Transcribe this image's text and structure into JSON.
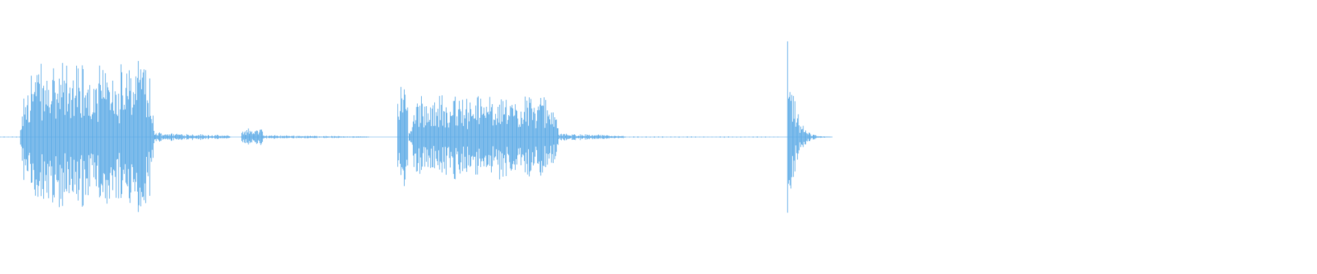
{
  "waveform": {
    "color": "#5aa9e6",
    "background": "#ffffff",
    "segments": [
      {
        "start": 0.0,
        "end": 0.015,
        "amp": 0.006,
        "kind": "silence"
      },
      {
        "start": 0.015,
        "end": 0.118,
        "amp": 0.72,
        "kind": "burst"
      },
      {
        "start": 0.118,
        "end": 0.175,
        "amp": 0.05,
        "kind": "tail"
      },
      {
        "start": 0.183,
        "end": 0.2,
        "amp": 0.09,
        "kind": "small"
      },
      {
        "start": 0.2,
        "end": 0.28,
        "amp": 0.02,
        "kind": "tail"
      },
      {
        "start": 0.302,
        "end": 0.31,
        "amp": 0.65,
        "kind": "attack"
      },
      {
        "start": 0.31,
        "end": 0.425,
        "amp": 0.4,
        "kind": "burst"
      },
      {
        "start": 0.425,
        "end": 0.475,
        "amp": 0.04,
        "kind": "tail"
      },
      {
        "start": 0.475,
        "end": 0.592,
        "amp": 0.008,
        "kind": "silence"
      },
      {
        "start": 0.598,
        "end": 0.632,
        "amp": 0.95,
        "kind": "transient"
      }
    ]
  }
}
